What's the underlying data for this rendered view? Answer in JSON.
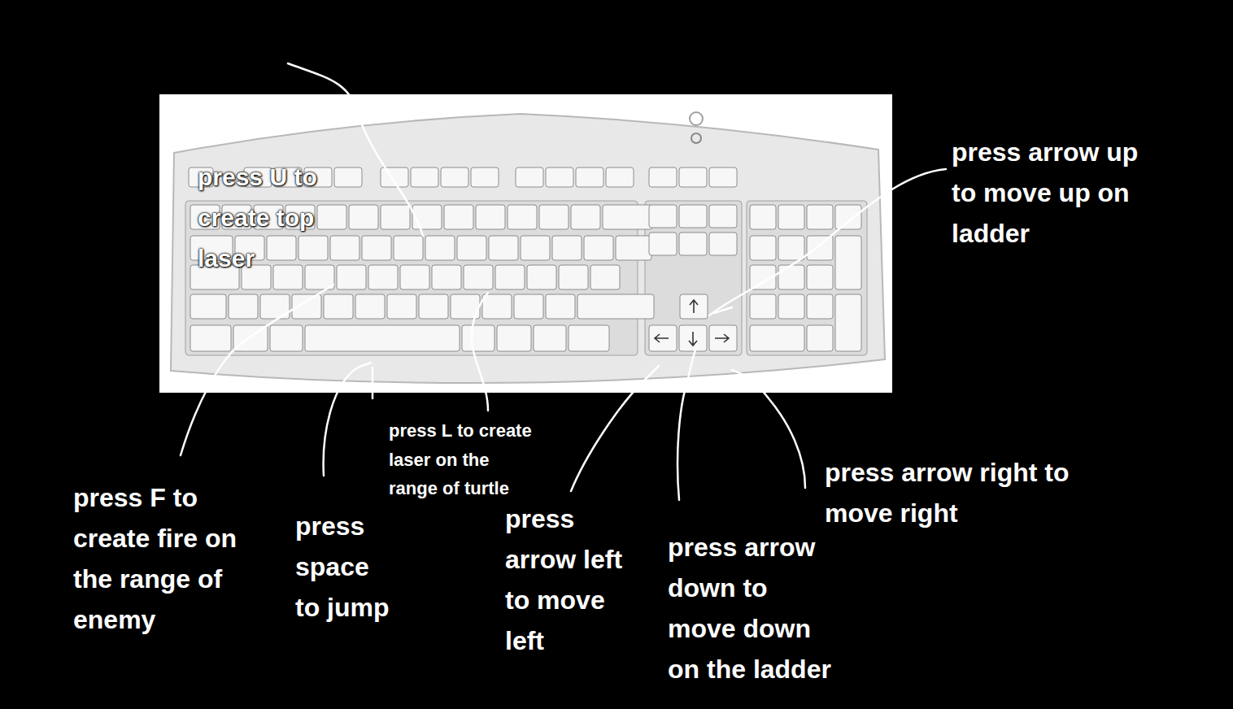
{
  "diagram": {
    "labels": [
      "press U to create top laser",
      "press arrow up to move up on ladder",
      "press F to create fire on the range of enemy",
      "press space to jump",
      "press L to create laser on the range of turtle",
      "press arrow left to move left",
      "press arrow down to move down on the ladder",
      "press arrow right to move right"
    ]
  }
}
